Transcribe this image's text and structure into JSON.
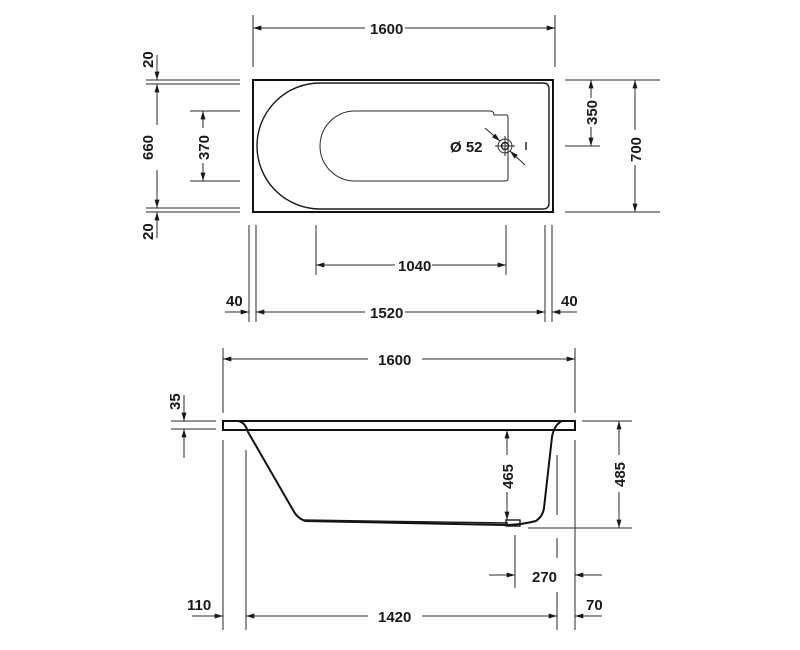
{
  "drawing": {
    "title": "Bathtub technical dimension drawing",
    "units": "mm",
    "colors": {
      "line": "#1a1a1a",
      "background": "#ffffff"
    }
  },
  "top_view": {
    "overall_length": "1600",
    "overall_width": "700",
    "inner_width": "660",
    "rim_top": "20",
    "rim_bottom": "20",
    "inner_length": "1520",
    "rim_left": "40",
    "rim_right": "40",
    "floor_length": "1040",
    "floor_width": "370",
    "drain_offset": "350",
    "drain_diameter": "Ø 52"
  },
  "side_view": {
    "overall_length": "1600",
    "rim_thickness": "35",
    "inner_depth": "465",
    "overall_height": "485",
    "drain_to_end": "270",
    "left_offset": "110",
    "base_length": "1420",
    "right_offset": "70"
  }
}
